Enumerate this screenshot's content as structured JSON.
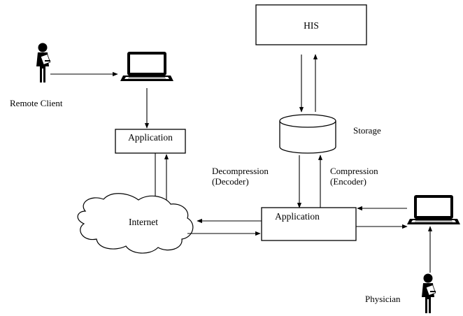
{
  "nodes": {
    "his": "HIS",
    "storage": "Storage",
    "remote_client": "Remote Client",
    "application_top": "Application",
    "internet": "Internet",
    "application_main": "Application",
    "physician": "Physician"
  },
  "edge_labels": {
    "decompression_line1": "Decompression",
    "decompression_line2": "(Decoder)",
    "compression_line1": "Compression",
    "compression_line2": "(Encoder)"
  },
  "icons": {
    "person": "person-icon",
    "laptop": "laptop-icon"
  },
  "colors": {
    "stroke": "#000000",
    "background": "#ffffff"
  }
}
